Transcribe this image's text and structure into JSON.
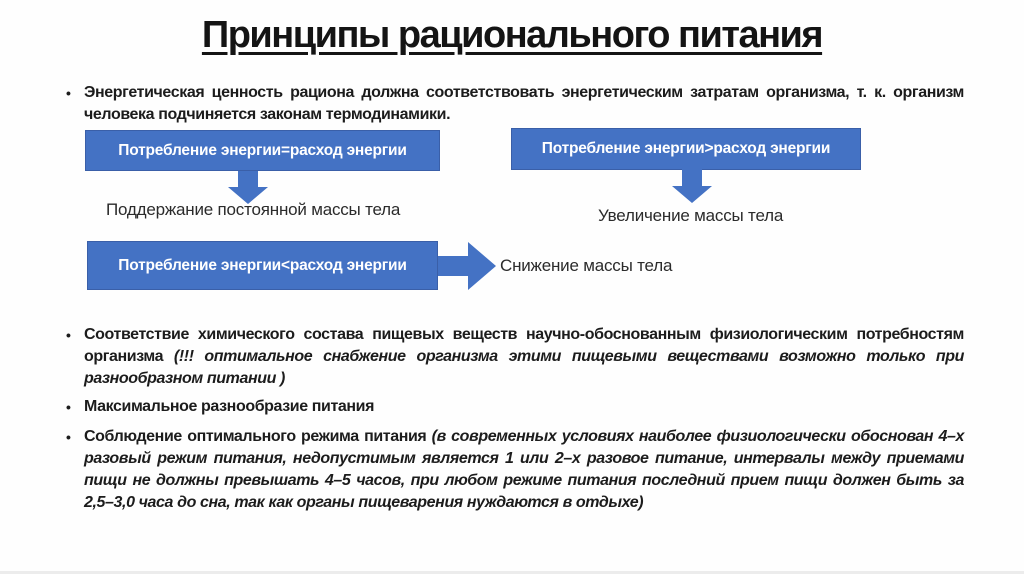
{
  "slide": {
    "title": "Принципы рационального питания",
    "bullets": [
      {
        "text": "Энергетическая ценность рациона должна соответствовать энергетическим затратам организма, т. к. организм человека подчиняется законам термодинамики."
      },
      {
        "text": "Соответствие химического состава пищевых веществ научно-обоснованным физиологическим потребностям организма ",
        "italic": "(!!! оптимальное снабжение организма этими пищевыми веществами возможно только при разнообразном питании )"
      },
      {
        "text": "Максимальное разнообразие питания"
      },
      {
        "text": "Соблюдение оптимального режима питания ",
        "italic": "(в современных условиях наиболее физиологически обоснован 4–х разовый режим питания, недопустимым является 1 или 2–х разовое питание, интервалы между приемами пищи не должны превышать 4–5 часов, при любом режиме питания последний прием пищи должен быть за 2,5–3,0 часа до сна, так как органы пищеварения нуждаются в отдыхе)"
      }
    ],
    "diagram": {
      "box_equal": "Потребление энергии=расход энергии",
      "box_greater": "Потребление энергии>расход энергии",
      "box_less": "Потребление энергии<расход энергии",
      "label_maintain": "Поддержание постоянной массы тела",
      "label_increase": "Увеличение массы тела",
      "label_decrease": "Снижение массы тела"
    },
    "colors": {
      "accent_blue": "#4472C4",
      "text": "#1c1c1c"
    }
  }
}
